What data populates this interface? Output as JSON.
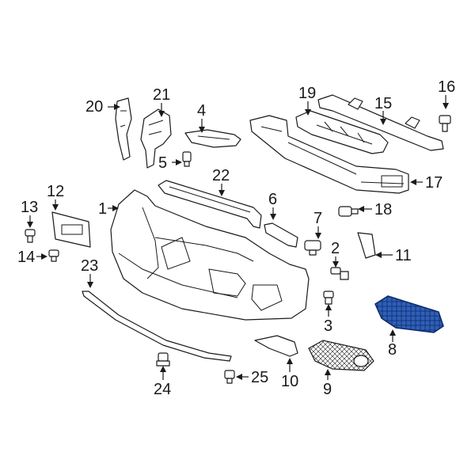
{
  "highlight_color": "#2f5fb8",
  "callouts": [
    {
      "id": "c1",
      "label": "1"
    },
    {
      "id": "c2",
      "label": "2"
    },
    {
      "id": "c3",
      "label": "3"
    },
    {
      "id": "c4",
      "label": "4"
    },
    {
      "id": "c5",
      "label": "5"
    },
    {
      "id": "c6",
      "label": "6"
    },
    {
      "id": "c7",
      "label": "7"
    },
    {
      "id": "c8",
      "label": "8"
    },
    {
      "id": "c9",
      "label": "9"
    },
    {
      "id": "c10",
      "label": "10"
    },
    {
      "id": "c11",
      "label": "11"
    },
    {
      "id": "c12",
      "label": "12"
    },
    {
      "id": "c13",
      "label": "13"
    },
    {
      "id": "c14",
      "label": "14"
    },
    {
      "id": "c15",
      "label": "15"
    },
    {
      "id": "c16",
      "label": "16"
    },
    {
      "id": "c17",
      "label": "17"
    },
    {
      "id": "c18",
      "label": "18"
    },
    {
      "id": "c19",
      "label": "19"
    },
    {
      "id": "c20",
      "label": "20"
    },
    {
      "id": "c21",
      "label": "21"
    },
    {
      "id": "c22",
      "label": "22"
    },
    {
      "id": "c23",
      "label": "23"
    },
    {
      "id": "c24",
      "label": "24"
    },
    {
      "id": "c25",
      "label": "25"
    }
  ]
}
